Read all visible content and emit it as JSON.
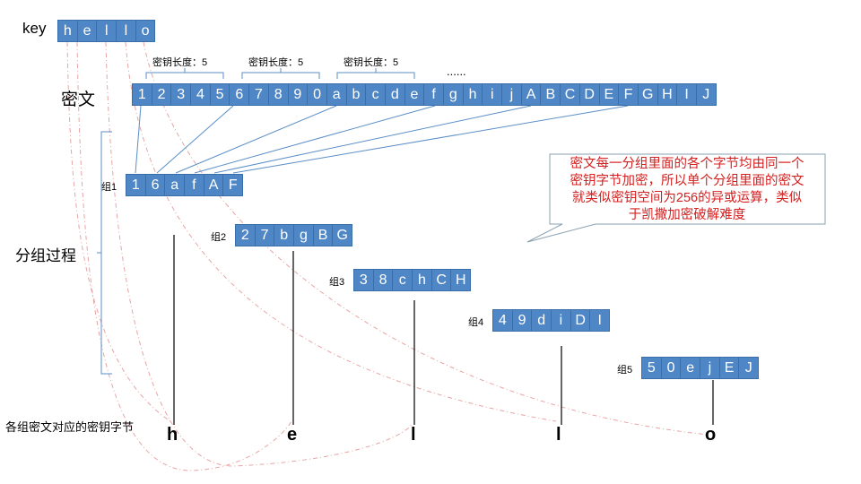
{
  "key": {
    "label": "key",
    "chars": [
      "h",
      "e",
      "l",
      "l",
      "o"
    ]
  },
  "ciphertext": {
    "label": "密文",
    "chars": [
      "1",
      "2",
      "3",
      "4",
      "5",
      "6",
      "7",
      "8",
      "9",
      "0",
      "a",
      "b",
      "c",
      "d",
      "e",
      "f",
      "g",
      "h",
      "i",
      "j",
      "A",
      "B",
      "C",
      "D",
      "E",
      "F",
      "G",
      "H",
      "I",
      "J"
    ],
    "key_length_labels": [
      "密钥长度：5",
      "密钥长度：5",
      "密钥长度：5"
    ],
    "ellipsis": "......"
  },
  "grouping_label": "分组过程",
  "groups": [
    {
      "label": "组1",
      "chars": [
        "1",
        "6",
        "a",
        "f",
        "A",
        "F"
      ],
      "key_byte": "h"
    },
    {
      "label": "组2",
      "chars": [
        "2",
        "7",
        "b",
        "g",
        "B",
        "G"
      ],
      "key_byte": "e"
    },
    {
      "label": "组3",
      "chars": [
        "3",
        "8",
        "c",
        "h",
        "C",
        "H"
      ],
      "key_byte": "l"
    },
    {
      "label": "组4",
      "chars": [
        "4",
        "9",
        "d",
        "i",
        "D",
        "I"
      ],
      "key_byte": "l"
    },
    {
      "label": "组5",
      "chars": [
        "5",
        "0",
        "e",
        "j",
        "E",
        "J"
      ],
      "key_byte": "o"
    }
  ],
  "key_bytes_label": "各组密文对应的密钥字节",
  "callout": {
    "lines": [
      "密文每一分组里面的各个字节均由同一个",
      "密钥字节加密，所以单个分组里面的密文",
      "就类似密钥空间为256的异或运算，类似",
      "于凯撒加密破解难度"
    ]
  },
  "colors": {
    "cell": "#4f86c6",
    "callout_text": "#d42020",
    "dashed": "#e8a0a0"
  }
}
